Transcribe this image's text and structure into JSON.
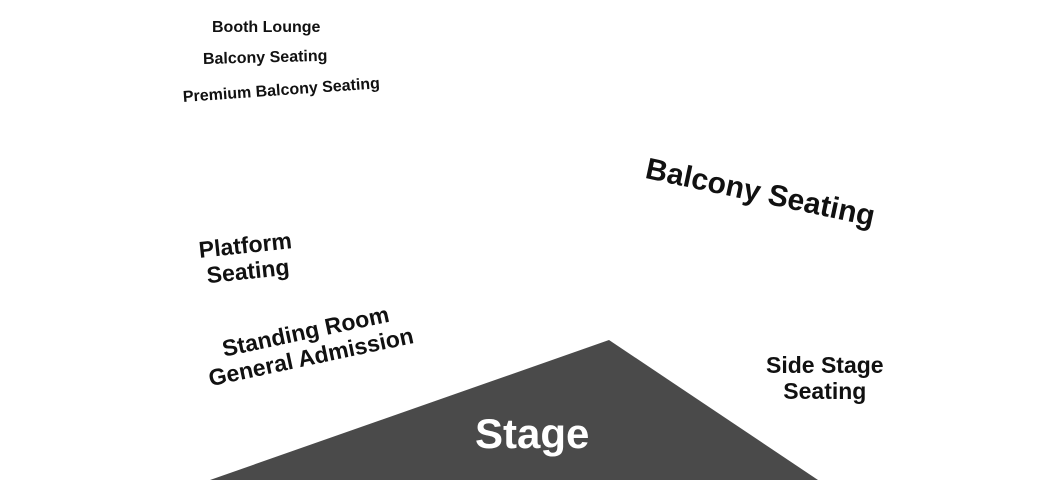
{
  "map": {
    "stage": {
      "label": "Stage",
      "color": "#4a4a4a",
      "label_color": "#ffffff"
    },
    "sections": {
      "booth_lounge": "Booth Lounge",
      "balcony_seating_small": "Balcony Seating",
      "premium_balcony": "Premium Balcony Seating",
      "balcony_seating_large": "Balcony Seating",
      "platform_seating": [
        "Platform",
        "Seating"
      ],
      "standing_room": [
        "Standing Room",
        "General Admission"
      ],
      "side_stage": [
        "Side Stage",
        "Seating"
      ]
    },
    "label_color": "#111111"
  }
}
